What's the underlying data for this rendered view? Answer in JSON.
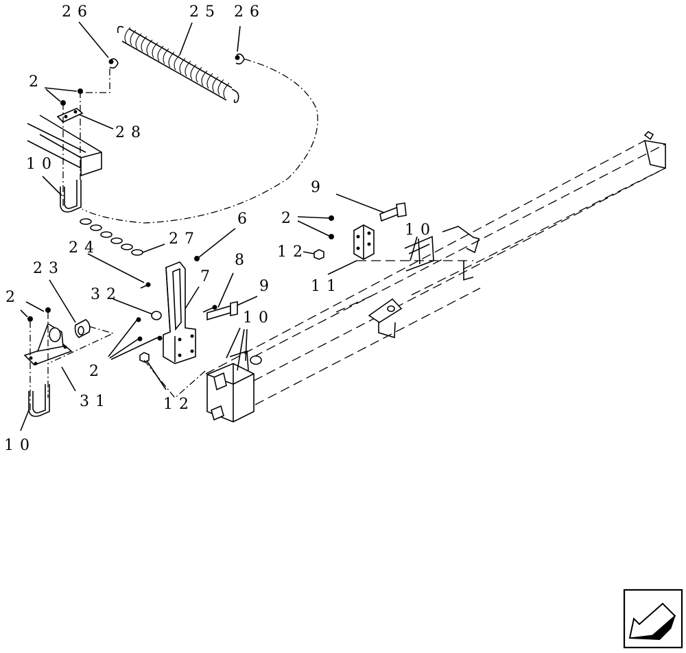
{
  "callouts": [
    {
      "id": "c26a",
      "text": "26"
    },
    {
      "id": "c25",
      "text": "25"
    },
    {
      "id": "c26b",
      "text": "26"
    },
    {
      "id": "c2a",
      "text": "2"
    },
    {
      "id": "c28",
      "text": "28"
    },
    {
      "id": "c10a",
      "text": "10"
    },
    {
      "id": "c9a",
      "text": "9"
    },
    {
      "id": "c2b",
      "text": "2"
    },
    {
      "id": "c10b",
      "text": "10"
    },
    {
      "id": "c12a",
      "text": "12"
    },
    {
      "id": "c11",
      "text": "11"
    },
    {
      "id": "c6",
      "text": "6"
    },
    {
      "id": "c27",
      "text": "27"
    },
    {
      "id": "c24",
      "text": "24"
    },
    {
      "id": "c23",
      "text": "23"
    },
    {
      "id": "c8",
      "text": "8"
    },
    {
      "id": "c7",
      "text": "7"
    },
    {
      "id": "c9b",
      "text": "9"
    },
    {
      "id": "c32",
      "text": "32"
    },
    {
      "id": "c2c",
      "text": "2"
    },
    {
      "id": "c10c",
      "text": "10"
    },
    {
      "id": "c2d",
      "text": "2"
    },
    {
      "id": "c31",
      "text": "31"
    },
    {
      "id": "c12b",
      "text": "12"
    },
    {
      "id": "c10d",
      "text": "10"
    }
  ],
  "nav_icon": "arrow-back-icon"
}
